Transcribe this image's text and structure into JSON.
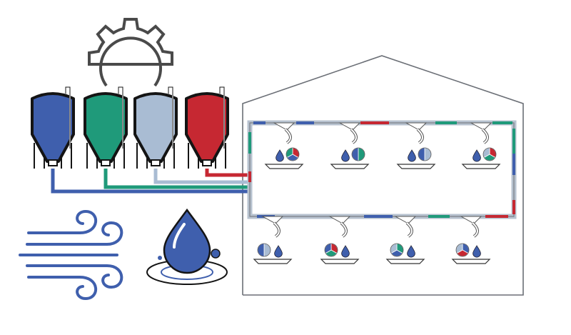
{
  "colors": {
    "blue": "#3f5fad",
    "green": "#1f9a7a",
    "grey": "#a9bcd3",
    "red": "#c62832",
    "outline": "#141414",
    "gear": "#4a4a4a",
    "barn": "#6b6f76",
    "pipe_frame": "#b7c2cf"
  },
  "icons": {
    "silos": [
      "silo-icon",
      "silo-icon",
      "silo-icon",
      "silo-icon"
    ],
    "gear": "gear-icon",
    "wind": "wind-icon",
    "water": "water-drop-icon",
    "barn": "barn-outline-icon"
  },
  "feeding_stations": {
    "top_row": [
      {
        "feed_mix": "red-blue-green"
      },
      {
        "feed_mix": "green-blue"
      },
      {
        "feed_mix": "grey-blue"
      },
      {
        "feed_mix": "red-green-grey"
      }
    ],
    "bottom_row": [
      {
        "feed_mix": "grey-blue"
      },
      {
        "feed_mix": "red-green-blue"
      },
      {
        "feed_mix": "green-blue-grey"
      },
      {
        "feed_mix": "blue-red-grey"
      }
    ]
  }
}
